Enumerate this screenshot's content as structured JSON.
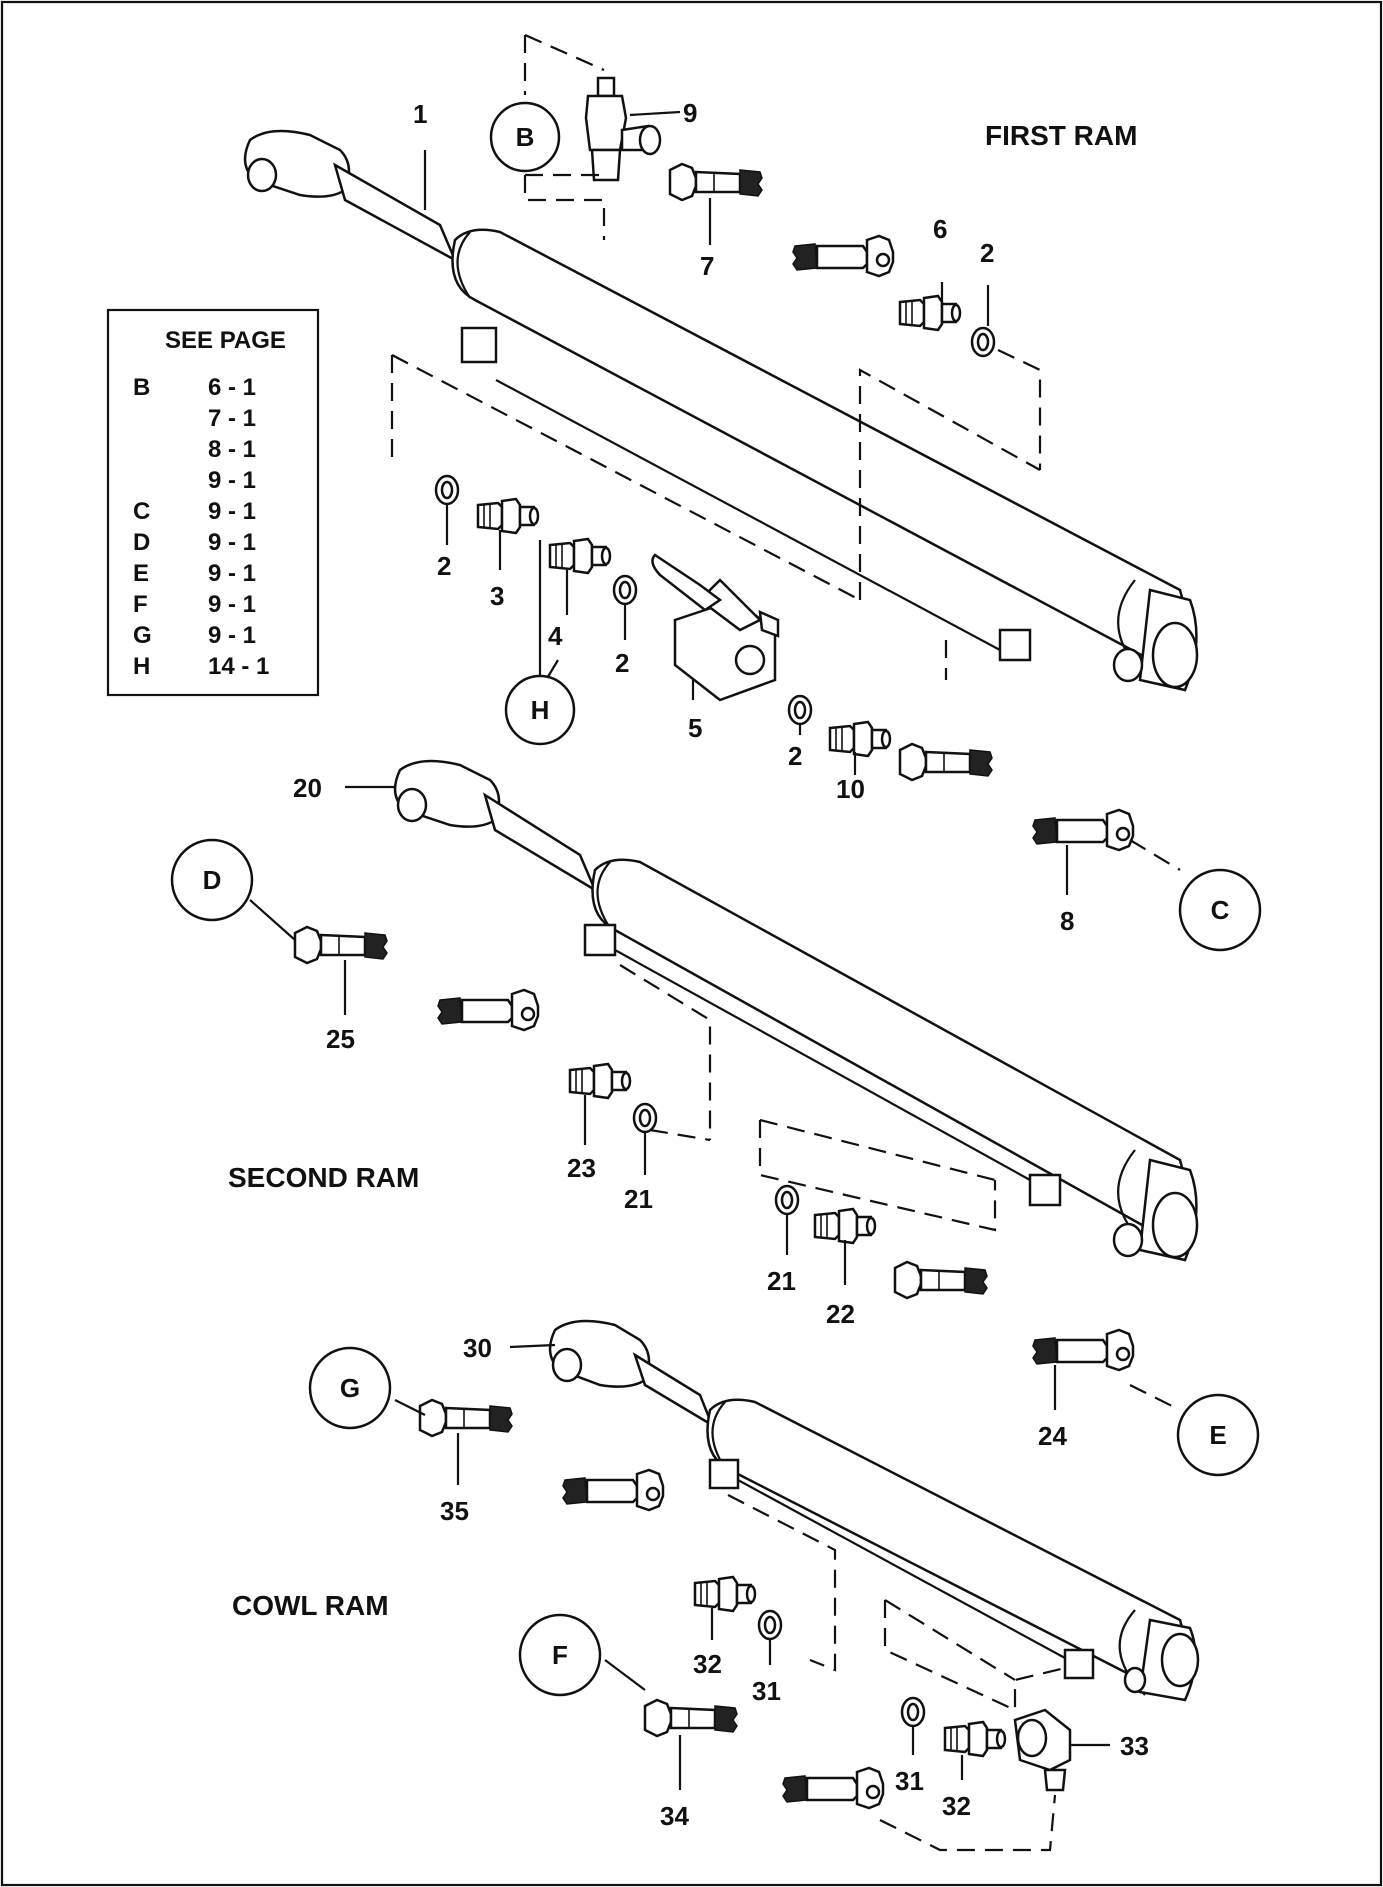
{
  "ram_titles": [
    "FIRST RAM",
    "SECOND RAM",
    "COWL RAM"
  ],
  "see_page": {
    "title": "SEE PAGE",
    "rows": [
      {
        "ref": "B",
        "page": "6 - 1"
      },
      {
        "ref": "",
        "page": "7 - 1"
      },
      {
        "ref": "",
        "page": "8 - 1"
      },
      {
        "ref": "",
        "page": "9 - 1"
      },
      {
        "ref": "C",
        "page": "9 - 1"
      },
      {
        "ref": "D",
        "page": "9 - 1"
      },
      {
        "ref": "E",
        "page": "9 - 1"
      },
      {
        "ref": "F",
        "page": "9 - 1"
      },
      {
        "ref": "G",
        "page": "9 - 1"
      },
      {
        "ref": "H",
        "page": "14 - 1"
      }
    ]
  },
  "callout_letters": [
    "B",
    "H",
    "C",
    "D",
    "E",
    "G",
    "F"
  ],
  "part_numbers": {
    "p1": "1",
    "p9": "9",
    "p7": "7",
    "p6": "6",
    "p2a": "2",
    "p2b": "2",
    "p3": "3",
    "p4": "4",
    "p2c": "2",
    "p5": "5",
    "p2d": "2",
    "p10": "10",
    "p20": "20",
    "p8": "8",
    "p25": "25",
    "p23": "23",
    "p21a": "21",
    "p21b": "21",
    "p22": "22",
    "p30": "30",
    "p24": "24",
    "p35": "35",
    "p32a": "32",
    "p31a": "31",
    "p34": "34",
    "p31b": "31",
    "p32b": "32",
    "p33": "33"
  }
}
